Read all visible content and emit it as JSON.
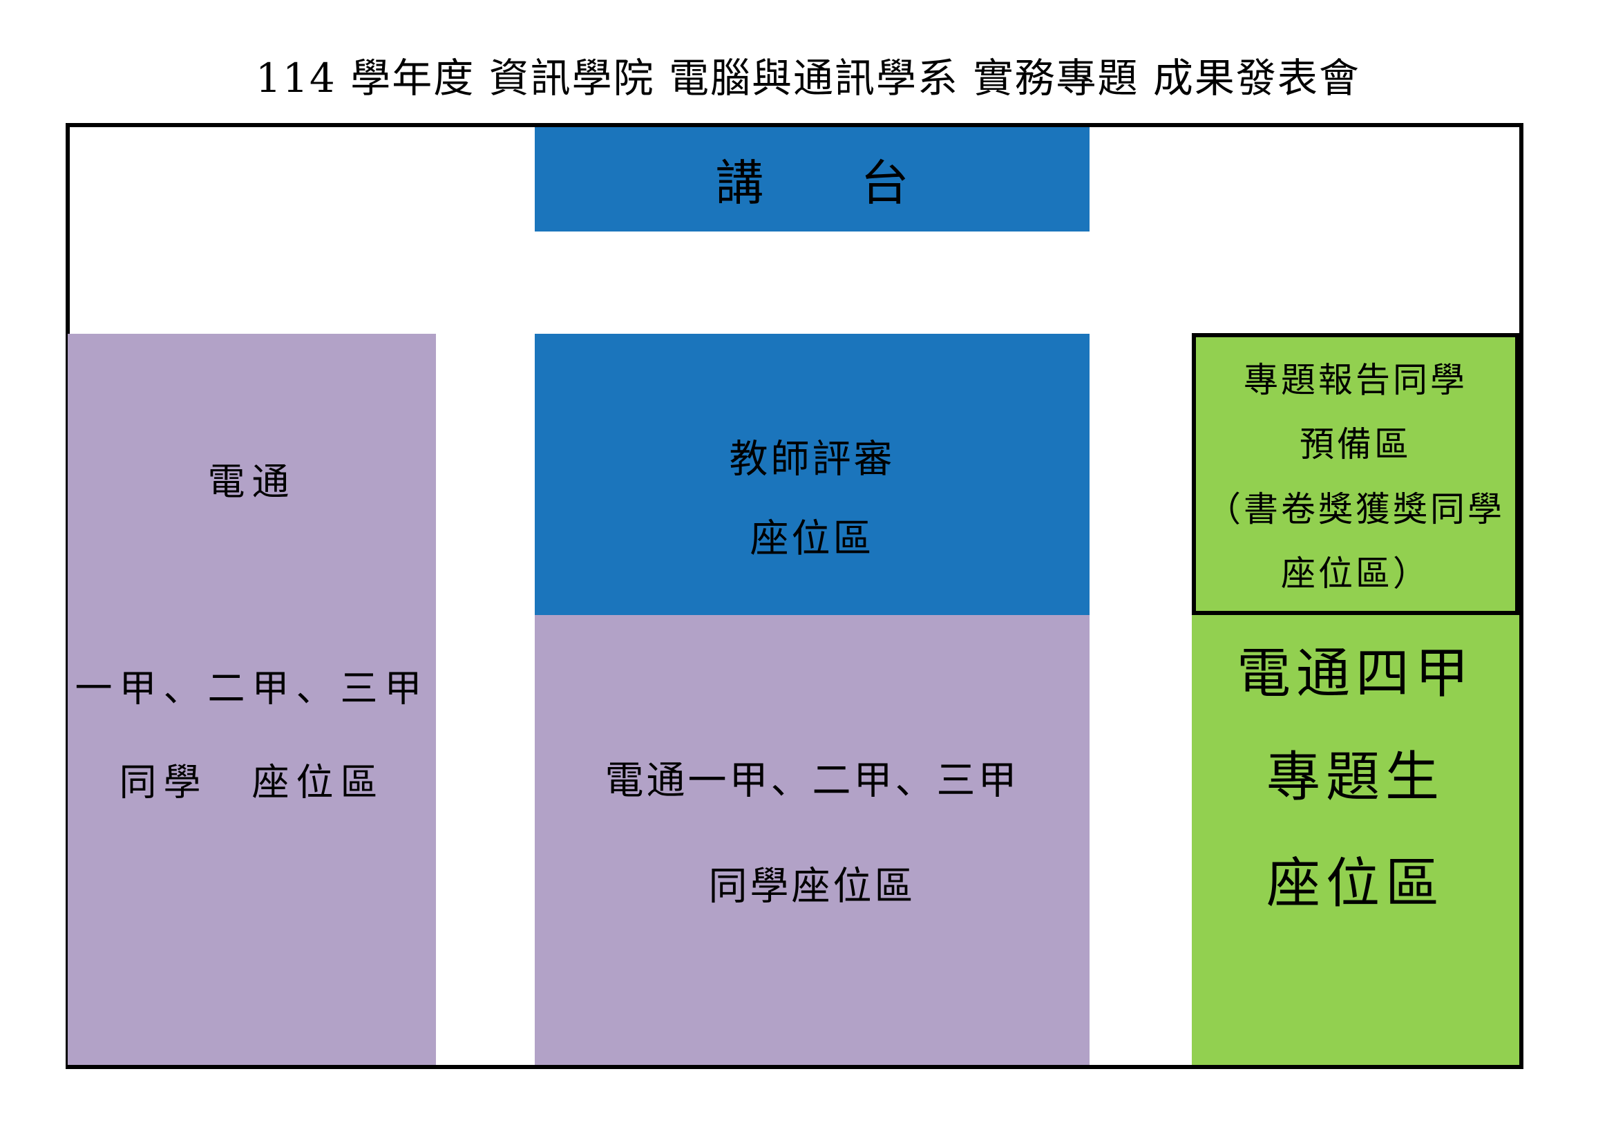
{
  "title": "114 學年度 資訊學院 電腦與通訊學系 實務專題 成果發表會",
  "colors": {
    "stage_blue": "#1B75BC",
    "seating_purple": "#B2A2C7",
    "project_green": "#92D050",
    "outline_black": "#000000",
    "background": "#FFFFFF"
  },
  "stage": {
    "label": "講　　台"
  },
  "left_zone": {
    "lines": [
      "電通",
      "一甲、二甲、三甲",
      "同學　座位區"
    ]
  },
  "center_zone": {
    "judges": {
      "lines": [
        "教師評審",
        "座位區"
      ]
    },
    "students": {
      "lines": [
        "電通一甲、二甲、三甲",
        "同學座位區"
      ]
    }
  },
  "right_zone": {
    "prep": {
      "lines": [
        "專題報告同學",
        "預備區",
        "（書卷獎獲獎同學",
        "座位區）"
      ]
    },
    "presenters": {
      "lines": [
        "電通四甲",
        "專題生",
        "座位區"
      ]
    }
  }
}
